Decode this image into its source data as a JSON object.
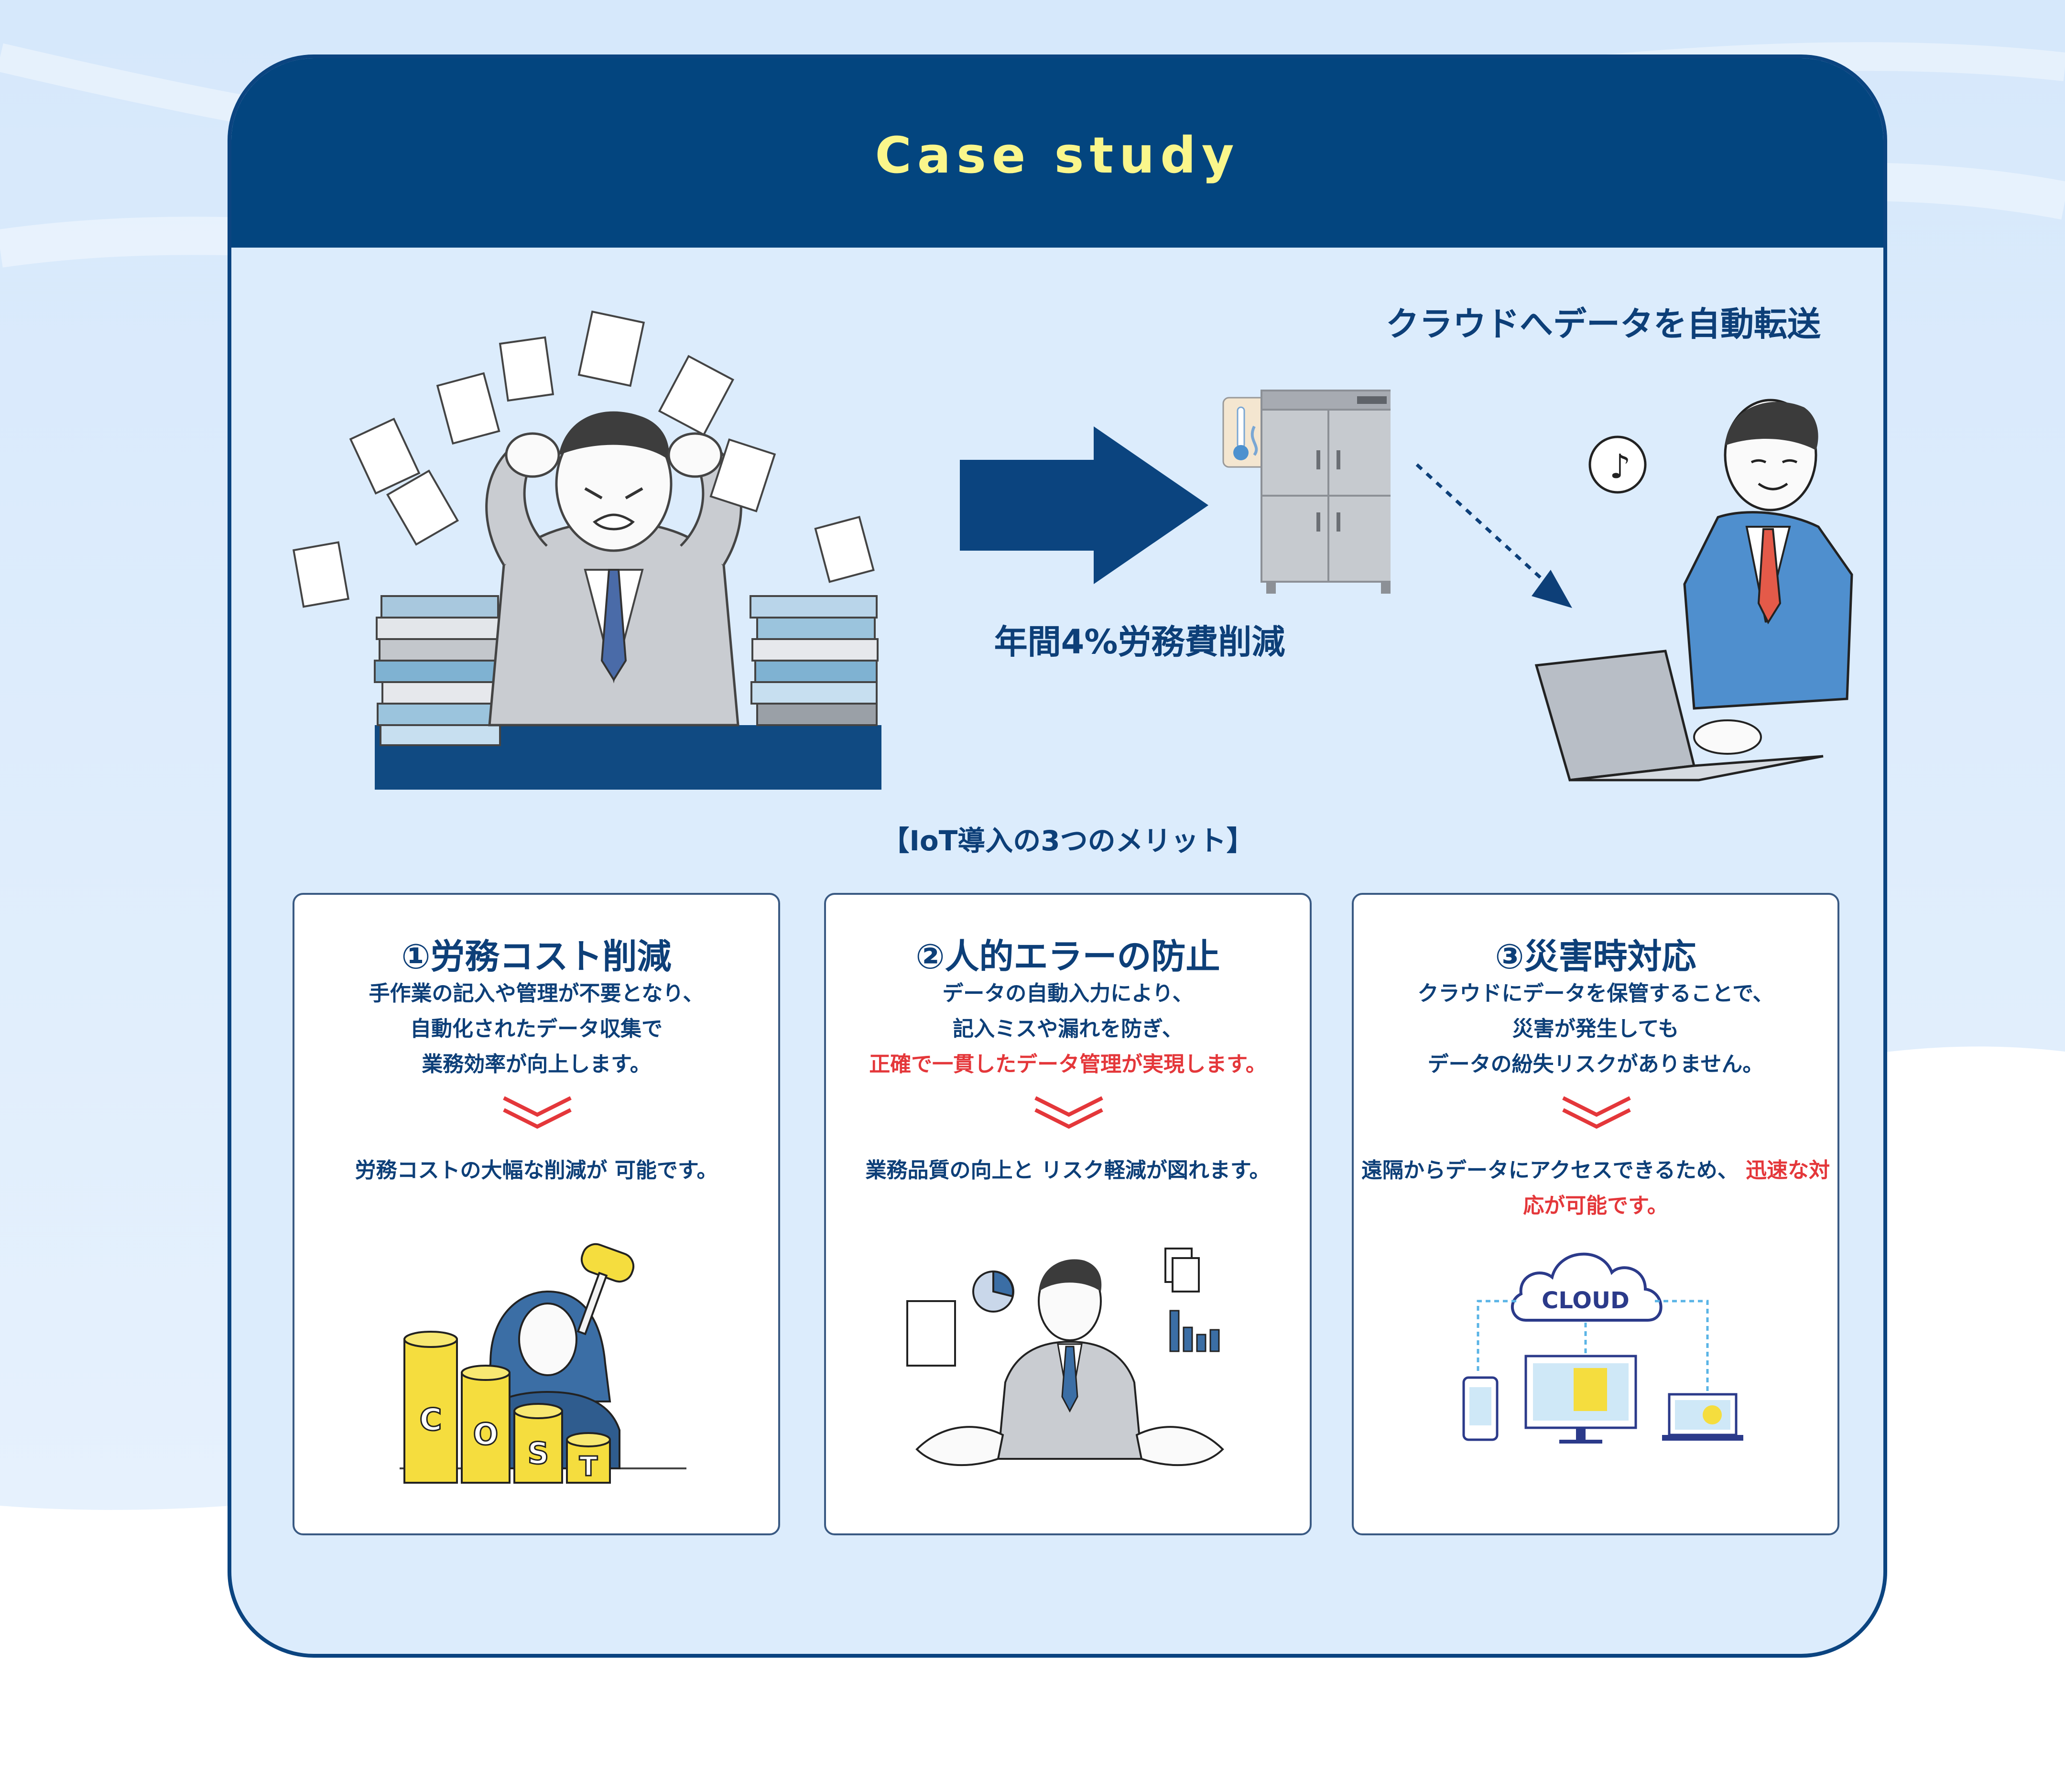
{
  "header": {
    "title": "Case study"
  },
  "hero": {
    "cloud_heading": "クラウドへデータを自動転送",
    "saving_text": "年間4%労務費削減"
  },
  "merits": {
    "heading": "【IoT導入の3つのメリット】",
    "cards": [
      {
        "title": "①労務コスト削減",
        "body": [
          "手作業の記入や管理が不要となり、",
          "自動化されたデータ収集で",
          "業務効率が向上します。"
        ],
        "body_red": "",
        "result": [
          "労務コストの大幅な削減が",
          "可能です。"
        ],
        "result_red": [
          "労務コストの大幅な削減が",
          "可能です。"
        ],
        "illustration": "cost-coins-illustration",
        "coin_letters": [
          "C",
          "O",
          "S",
          "T"
        ]
      },
      {
        "title": "②人的エラーの防止",
        "body": [
          "データの自動入力により、",
          "記入ミスや漏れを防ぎ、"
        ],
        "body_red": "正確で一貫したデータ管理が実現します。",
        "result": [
          "業務品質の向上と",
          "リスク軽減が図れます。"
        ],
        "result_red": [],
        "illustration": "businessman-charts-illustration"
      },
      {
        "title": "③災害時対応",
        "body": [
          "クラウドにデータを保管することで、",
          "災害が発生しても",
          "データの紛失リスクがありません。"
        ],
        "body_red": "",
        "result": [
          "遠隔からデータにアクセスできるため、"
        ],
        "result_red": [
          "迅速な対応が可能です。"
        ],
        "illustration": "cloud-devices-illustration",
        "cloud_label": "CLOUD"
      }
    ]
  },
  "colors": {
    "navy": "#03457f",
    "title_yellow": "#faf68b",
    "panel_bg": "#dcecfc",
    "accent_red": "#e4373a",
    "text_navy": "#0d3f78"
  }
}
